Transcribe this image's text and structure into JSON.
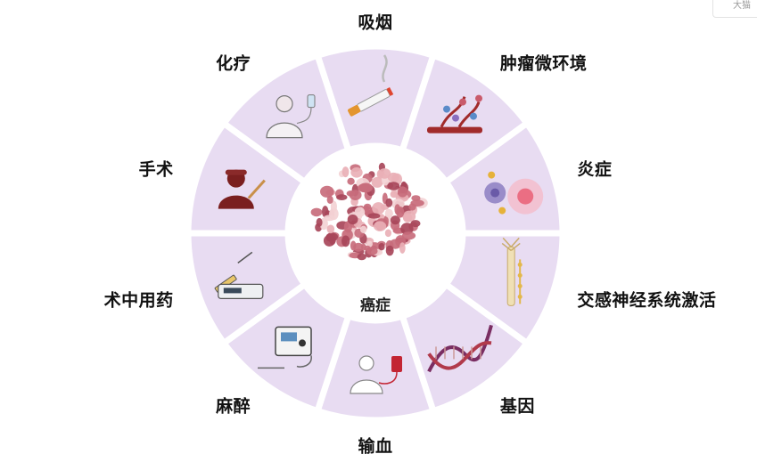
{
  "center": {
    "label": "癌症"
  },
  "factors": [
    {
      "id": "smoking",
      "label": "吸烟",
      "icon": "cigarette-icon"
    },
    {
      "id": "tumor-microenvironment",
      "label": "肿瘤微环境",
      "icon": "tumor-microenvironment-icon"
    },
    {
      "id": "inflammation",
      "label": "炎症",
      "icon": "inflammation-cells-icon"
    },
    {
      "id": "sympathetic-activation",
      "label": "交感神经系统激活",
      "icon": "spinal-nerve-icon"
    },
    {
      "id": "genes",
      "label": "基因",
      "icon": "dna-helix-icon"
    },
    {
      "id": "transfusion",
      "label": "输血",
      "icon": "blood-transfusion-icon"
    },
    {
      "id": "anesthesia",
      "label": "麻醉",
      "icon": "anesthesia-machine-icon"
    },
    {
      "id": "intraop-drugs",
      "label": "术中用药",
      "icon": "syringe-infusion-pump-icon"
    },
    {
      "id": "surgery",
      "label": "手术",
      "icon": "surgeon-icon"
    },
    {
      "id": "chemotherapy",
      "label": "化疗",
      "icon": "chemotherapy-patient-icon"
    }
  ],
  "corner_widget": {
    "text": "大猫"
  },
  "colors": {
    "segment_fill": "#e8dcf2",
    "separator": "#ffffff",
    "tumor_dark": "#a8475a",
    "tumor_mid": "#c86d7c",
    "tumor_light": "#e9b0b6"
  }
}
